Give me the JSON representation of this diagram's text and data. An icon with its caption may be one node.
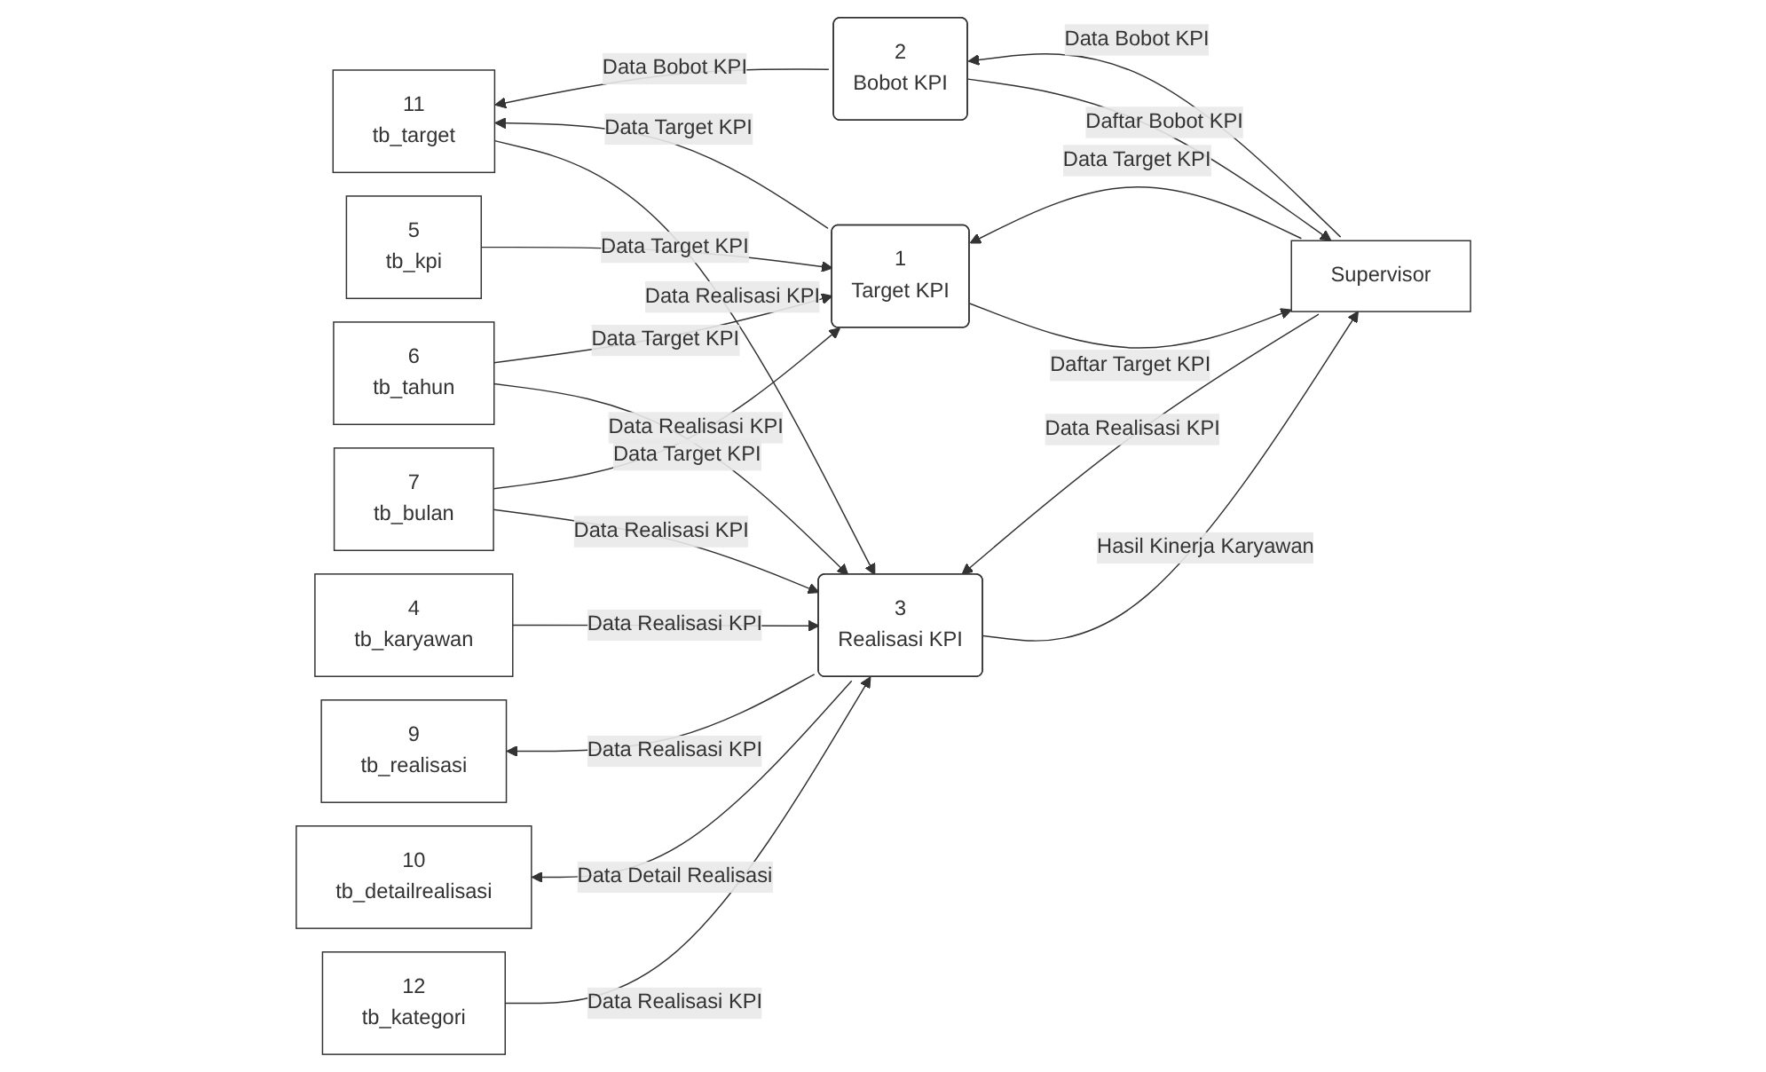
{
  "diagram": {
    "nodes": [
      {
        "text": [
          "11",
          "tb_target"
        ]
      },
      {
        "text": [
          "2",
          "Bobot KPI"
        ]
      },
      {
        "text": [
          "Supervisor"
        ]
      },
      {
        "text": [
          "1",
          "Target KPI"
        ]
      },
      {
        "text": [
          "5",
          "tb_kpi"
        ]
      },
      {
        "text": [
          "3",
          "Realisasi KPI"
        ]
      },
      {
        "text": [
          "6",
          "tb_tahun"
        ]
      },
      {
        "text": [
          "7",
          "tb_bulan"
        ]
      },
      {
        "text": [
          "4",
          "tb_karyawan"
        ]
      },
      {
        "text": [
          "9",
          "tb_realisasi"
        ]
      },
      {
        "text": [
          "10",
          "tb_detailrealisasi"
        ]
      },
      {
        "text": [
          "12",
          "tb_kategori"
        ]
      }
    ],
    "edges": [
      {
        "from": 1,
        "to": 0,
        "arrow": "to",
        "label": "Data Bobot KPI"
      },
      {
        "from": 2,
        "to": 1,
        "arrow": "to",
        "label": "Data Bobot KPI"
      },
      {
        "from": 1,
        "to": 2,
        "arrow": "to",
        "label": "Daftar Bobot KPI"
      },
      {
        "from": 3,
        "to": 0,
        "arrow": "to",
        "label": "Data Target KPI"
      },
      {
        "from": 6,
        "to": 3,
        "arrow": "to",
        "label": "Data Target KPI"
      },
      {
        "from": 7,
        "to": 3,
        "arrow": "to",
        "label": "Data Target KPI"
      },
      {
        "from": 2,
        "to": 3,
        "arrow": "to",
        "label": "Data Target KPI"
      },
      {
        "from": 4,
        "to": 3,
        "arrow": "to",
        "label": "Data Target KPI"
      },
      {
        "from": 3,
        "to": 2,
        "arrow": "to",
        "label": "Daftar Target KPI"
      },
      {
        "from": 0,
        "to": 5,
        "arrow": "to",
        "label": "Data Realisasi KPI"
      },
      {
        "from": 6,
        "to": 5,
        "arrow": "to",
        "label": "Data Realisasi KPI"
      },
      {
        "from": 2,
        "to": 5,
        "arrow": "to",
        "label": "Data Realisasi KPI"
      },
      {
        "from": 7,
        "to": 5,
        "arrow": "to",
        "label": "Data Realisasi KPI"
      },
      {
        "from": 8,
        "to": 5,
        "arrow": "to",
        "label": "Data Realisasi KPI"
      },
      {
        "from": 5,
        "to": 2,
        "arrow": "to",
        "label": "Hasil Kinerja Karyawan"
      },
      {
        "from": 5,
        "to": 9,
        "arrow": "to",
        "label": "Data Realisasi KPI"
      },
      {
        "from": 5,
        "to": 10,
        "arrow": "to",
        "label": "Data Detail Realisasi"
      },
      {
        "from": 11,
        "to": 5,
        "arrow": "to",
        "label": "Data Realisasi KPI"
      }
    ]
  }
}
